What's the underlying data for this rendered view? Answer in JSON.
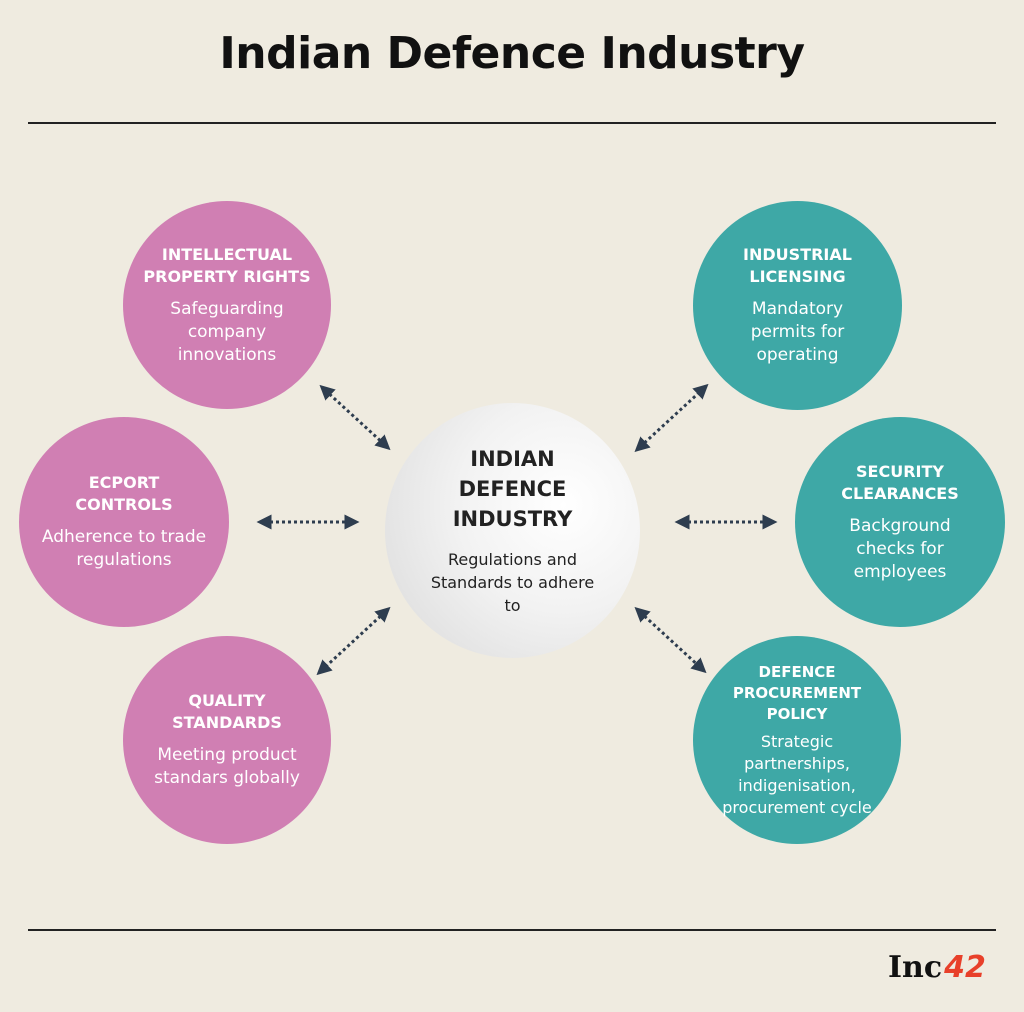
{
  "title": "Indian Defence Industry",
  "center": {
    "title": "INDIAN DEFENCE INDUSTRY",
    "subtitle": "Regulations and Standards to adhere to"
  },
  "nodes": {
    "ipr": {
      "title": "INTELLECTUAL PROPERTY RIGHTS",
      "desc": "Safeguarding company innovations"
    },
    "export": {
      "title": "ECPORT CONTROLS",
      "desc": "Adherence to trade regulations"
    },
    "quality": {
      "title": "QUALITY STANDARDS",
      "desc": "Meeting product standars globally"
    },
    "licensing": {
      "title": "INDUSTRIAL LICENSING",
      "desc": "Mandatory permits for operating"
    },
    "security": {
      "title": "SECURITY CLEARANCES",
      "desc": "Background checks for employees"
    },
    "procurement": {
      "title": "DEFENCE PROCUREMENT POLICY",
      "desc": "Strategic partnerships, indigenisation, procurement cycle"
    }
  },
  "colors": {
    "left_nodes": "#d07fb3",
    "right_nodes": "#3ea8a6",
    "arrows": "#2e3d4f",
    "logo_accent": "#e8402a"
  },
  "logo": {
    "text": "Inc",
    "number": "42"
  }
}
